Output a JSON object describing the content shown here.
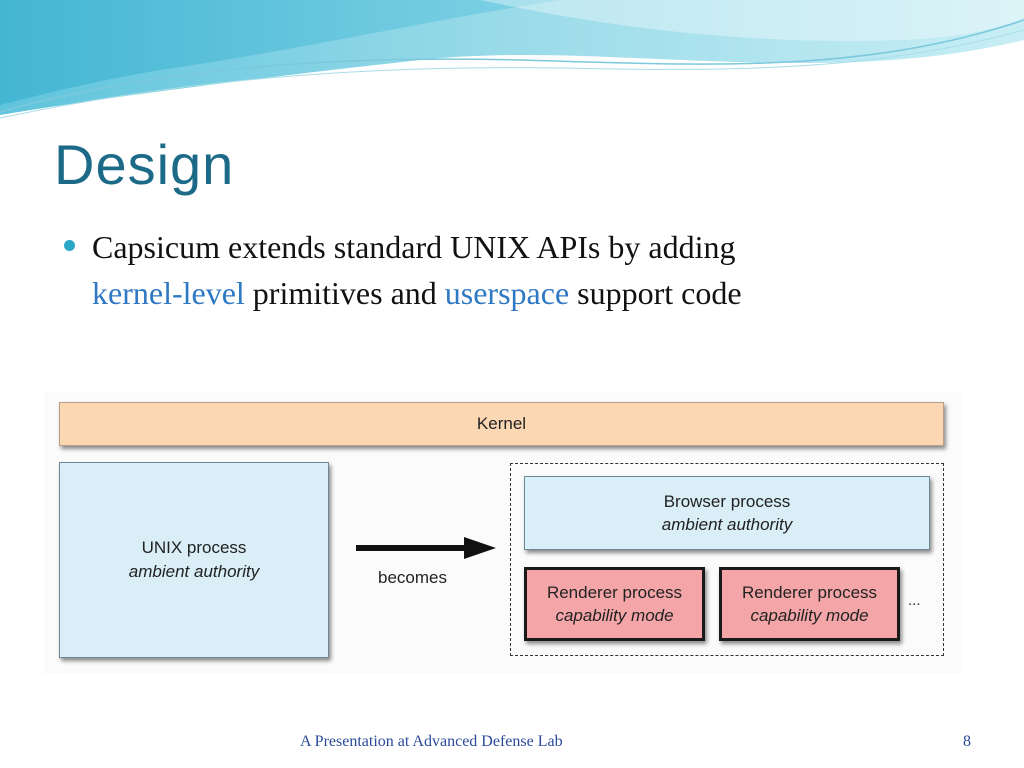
{
  "slide": {
    "title": "Design",
    "bullet": {
      "line1": "Capsicum extends standard UNIX APIs by adding",
      "hl1": "kernel-level",
      "mid": " primitives and ",
      "hl2": "userspace",
      "end": " support code"
    }
  },
  "diagram": {
    "kernel": "Kernel",
    "unix_process": {
      "name": "UNIX process",
      "mode": "ambient authority"
    },
    "arrow_label": "becomes",
    "browser_process": {
      "name": "Browser process",
      "mode": "ambient authority"
    },
    "renderer_processes": [
      {
        "name": "Renderer process",
        "mode": "capability mode"
      },
      {
        "name": "Renderer process",
        "mode": "capability mode"
      }
    ],
    "ellipsis": "..."
  },
  "footer": {
    "text": "A Presentation at Advanced Defense Lab",
    "page_number": "8"
  },
  "colors": {
    "title": "#1c6a87",
    "highlight": "#2f78c4",
    "kernel_fill": "#fbd8b3",
    "process_fill": "#d9eef6",
    "renderer_fill": "#f4a5a8",
    "footer_text": "#2b4a9a"
  }
}
